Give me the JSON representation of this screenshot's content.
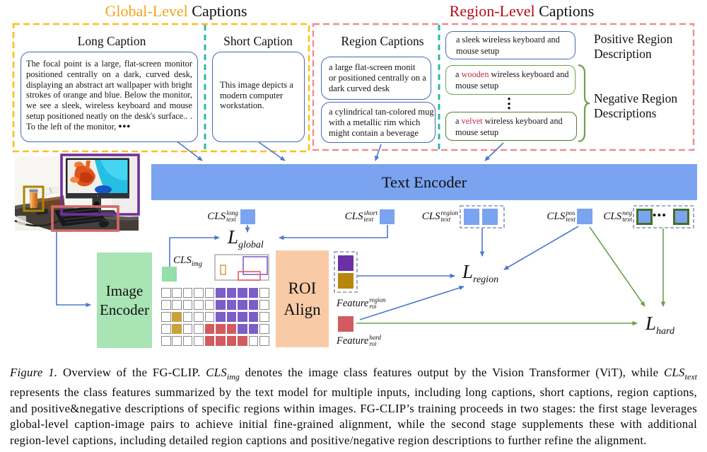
{
  "headers": {
    "global_accent": "Global-Level",
    "global_rest": " Captions",
    "region_accent": "Region-Level",
    "region_rest": " Captions"
  },
  "global_panel": {
    "long_title": "Long Caption",
    "long_lines": [
      "The focal point is a large, flat-screen monitor",
      "positioned centrally on a dark, curved desk,",
      "displaying an abstract art wallpaper with bright",
      "strokes of orange and blue. Below the monitor,",
      "we see a sleek, wireless keyboard and mouse",
      "setup positioned neatly on the desk's surface.. ."
    ],
    "long_last_text": "To the left of the monitor, ",
    "long_last_dots": "•••",
    "short_title": "Short Caption",
    "short_lines": [
      "This image depicts a",
      "modern computer",
      "workstation."
    ]
  },
  "region_panel": {
    "title": "Region Captions",
    "box1_lines": [
      "a large flat-screen monit",
      "or positioned centrally on a",
      "dark curved desk"
    ],
    "box2_lines": [
      "a cylindrical tan-colored mug",
      "with a metallic rim which",
      "might contain a beverage"
    ],
    "pos_line1": "a sleek wireless keyboard and",
    "pos_line2": "mouse setup",
    "neg1_pre": "a ",
    "neg1_word": "wooden",
    "neg1_post": " wireless keyboard and",
    "neg1_line2": "mouse setup",
    "neg2_pre": "a ",
    "neg2_word": "velvet",
    "neg2_post": " wireless keyboard and",
    "neg2_line2": "mouse setup",
    "vdots": "•••",
    "pos_desc_line1": "Positive Region",
    "pos_desc_line2": "Description",
    "neg_desc_line1": "Negative Region",
    "neg_desc_line2": "Descriptions"
  },
  "encoders": {
    "text_encoder": "Text Encoder",
    "image_encoder_line1": "Image",
    "image_encoder_line2": "Encoder",
    "roi_line1": "ROI",
    "roi_line2": "Align"
  },
  "cls": {
    "long": {
      "base": "CLS",
      "sup": "long",
      "sub": "text"
    },
    "short": {
      "base": "CLS",
      "sup": "short",
      "sub": "text"
    },
    "region": {
      "base": "CLS",
      "sup": "region",
      "sub": "text"
    },
    "pos": {
      "base": "CLS",
      "sup": "pos",
      "sub": "text"
    },
    "neg": {
      "base": "CLS",
      "sup": "neg",
      "sub": "text"
    },
    "img": {
      "base": "CLS",
      "sub": "img"
    },
    "neg_dots": "•••"
  },
  "losses": {
    "global": {
      "base": "L",
      "sub": "global"
    },
    "region": {
      "base": "L",
      "sub": "region"
    },
    "hard": {
      "base": "L",
      "sub": "hard"
    }
  },
  "features": {
    "region": {
      "base": "Feature",
      "sup": "region",
      "sub": "roi"
    },
    "hard": {
      "base": "Feature",
      "sup": "hard",
      "sub": "roi"
    }
  },
  "feature_grid": {
    "rows": [
      "wwwwwPPPPw",
      "wwwwwPPPPw",
      "wGwwwPPPPw",
      "wGwwRRRPPw",
      "wwwwRRRRww"
    ],
    "legend": {
      "w": "background patch",
      "P": "monitor region patch",
      "G": "mug region patch",
      "R": "keyboard region patch"
    },
    "cell_colors": {
      "w": "#FFFFFF",
      "P": "#7B5EC6",
      "G": "#C9A23C",
      "R": "#D15B5E"
    },
    "cell_border": "#8A8A8A"
  },
  "colors": {
    "gold_dash": "#FFBE1F",
    "gold_heading": "#F5A31B",
    "red_heading": "#B30D16",
    "pink_dash": "#EC8F8F",
    "teal_dash": "#2BB9A9",
    "blue_border": "#4668B2",
    "green_border_light": "#6FA050",
    "green_border_dark": "#527D33",
    "bar_blue": "#7AA3F0",
    "arrow_blue": "#4D78CC",
    "arrow_green": "#67A24B",
    "image_encoder_green": "#A9E4B4",
    "cls_img_green": "#94DFAA",
    "roi_peach": "#F8CBA6",
    "purple_feature": "#6B2FA8",
    "gold_feature": "#B8860B",
    "red_feature": "#D15B5E",
    "bbox_purple": "#7030A0",
    "bbox_gold": "#A88500",
    "bbox_red": "#D06A6A",
    "neg_word_red": "#C52B45"
  },
  "caption": {
    "fig_label": "Figure 1.",
    "l1a": " Overview of the FG-CLIP. ",
    "l1_m1_base": "CLS",
    "l1_m1_sub": "img",
    "l1b": " denotes the image class features output by the Vision Transformer (ViT), while ",
    "l1_m2_base": "CLS",
    "l1_m2_sub": "text",
    "l2": "represents the class features summarized by the text model for multiple inputs, including long captions, short captions, region captions,",
    "l3": "and positive&negative descriptions of specific regions within images. FG-CLIP’s training proceeds in two stages: the first stage leverages",
    "l4": "global-level caption-image pairs to achieve initial fine-grained alignment, while the second stage supplements these with additional",
    "l5": "region-level captions, including detailed region captions and positive/negative region descriptions to further refine the alignment."
  }
}
